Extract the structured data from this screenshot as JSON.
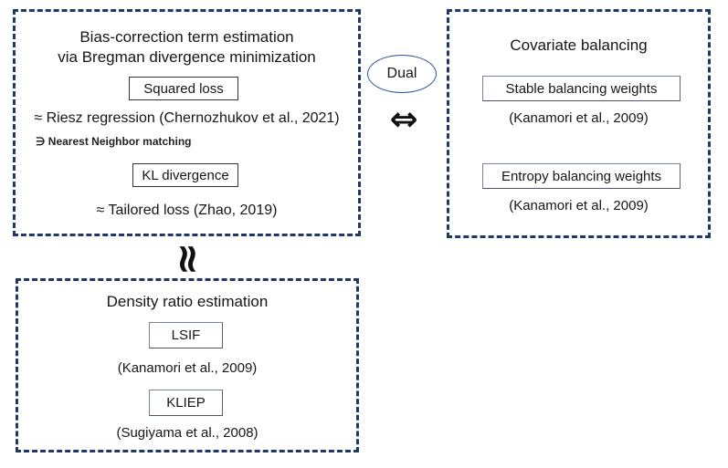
{
  "left_box": {
    "title_line1": "Bias-correction term estimation",
    "title_line2": "via Bregman divergence minimization",
    "squared_loss_label": "Squared loss",
    "riesz_line": "≈ Riesz regression (Chernozhukov et al., 2021)",
    "nearest_neighbor_line": "∋ Nearest Neighbor matching",
    "kl_divergence_label": "KL divergence",
    "tailored_line": "≈ Tailored loss (Zhao, 2019)"
  },
  "dual": {
    "label": "Dual",
    "arrow_symbol": "⇔"
  },
  "equivalence_symbol": "≈",
  "right_box": {
    "title": "Covariate balancing",
    "stable_label": "Stable balancing weights",
    "stable_cite": "(Kanamori et al., 2009)",
    "entropy_label": "Entropy balancing weights",
    "entropy_cite": "(Kanamori et al., 2009)"
  },
  "bottom_box": {
    "title": "Density ratio estimation",
    "lsif_label": "LSIF",
    "lsif_cite": "(Kanamori et al., 2009)",
    "kliep_label": "KLIEP",
    "kliep_cite": "(Sugiyama et al., 2008)"
  },
  "colors": {
    "dashed_border": "#1f3864",
    "ellipse_border": "#2f5496",
    "inner_box_border_dark": "#333333",
    "inner_box_border_gray": "#76839b",
    "text": "#161616"
  }
}
